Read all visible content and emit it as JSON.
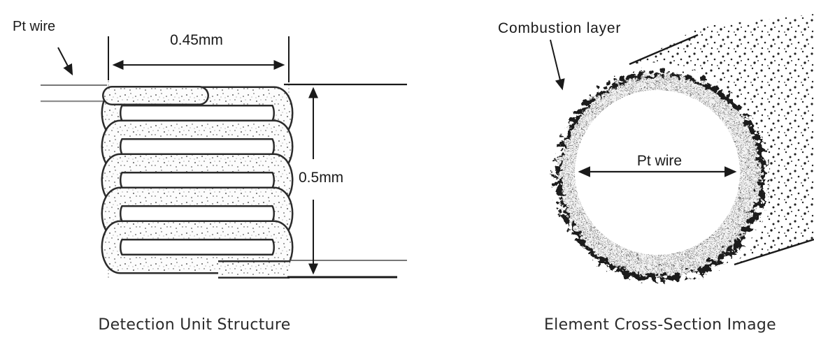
{
  "figure_left": {
    "caption": "Detection Unit Structure",
    "pt_wire_label": "Pt wire",
    "coil_width": "0.45mm",
    "coil_height": "0.5mm"
  },
  "figure_right": {
    "caption": "Element Cross-Section Image",
    "combustion_layer_label": "Combustion layer",
    "pt_wire_label": "Pt wire"
  },
  "colors": {
    "ink": "#1a1a1a",
    "background": "#ffffff",
    "stipple_dot": "#2f2f2f",
    "halftone_dot": "#6b6b6b"
  }
}
